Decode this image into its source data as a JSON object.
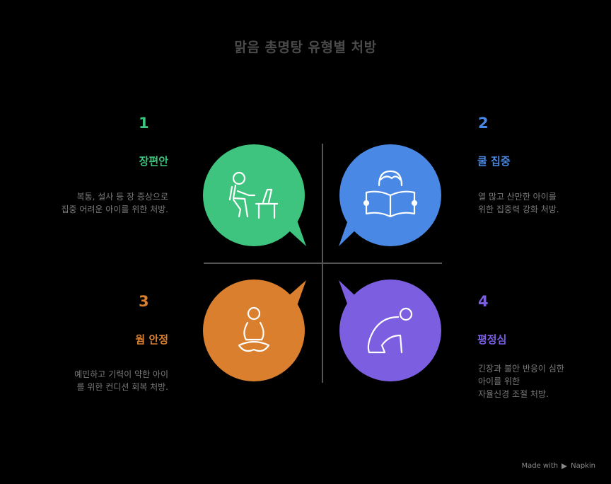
{
  "title": "맑음 총명탕 유형별 처방",
  "colors": {
    "green": "#3ec47e",
    "blue": "#4a88e5",
    "orange": "#d97f2e",
    "purple": "#7c5fe0",
    "grey_text": "#7a7a7a"
  },
  "quadrants": [
    {
      "number": "1",
      "heading": "장편안",
      "description": "복통, 설사 등 장 증상으로\n집중 어려운 아이를 위한 처방.",
      "icon": "student-at-desk-icon"
    },
    {
      "number": "2",
      "heading": "쿨 집중",
      "description": "열 많고 산만한 아이를\n위한 집중력 강화 처방.",
      "icon": "child-reading-book-icon"
    },
    {
      "number": "3",
      "heading": "웜 안정",
      "description": "예민하고 기력이 약한 아이\n를 위한 컨디션 회복 처방.",
      "icon": "meditating-person-icon"
    },
    {
      "number": "4",
      "heading": "평정심",
      "description": "긴장과 불안 반응이 심한\n아이를 위한\n자율신경 조절 처방.",
      "icon": "hunched-person-icon"
    }
  ],
  "footer": {
    "made_with": "Made with",
    "brand": "Napkin"
  }
}
